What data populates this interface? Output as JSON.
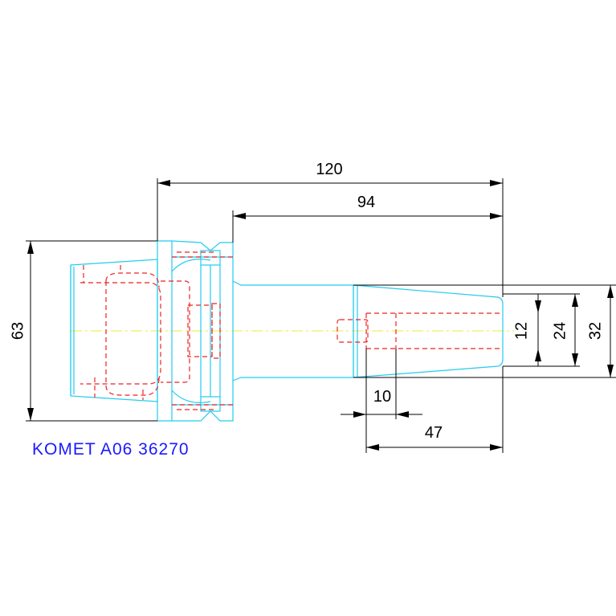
{
  "dimensions": {
    "total_length": "120",
    "shank_length": "94",
    "flange_diameter": "63",
    "bore_depth": "47",
    "bore_offset": "10",
    "inner_bore_diameter": "12",
    "taper_small_diameter": "24",
    "outer_diameter": "32"
  },
  "part_label": "KOMET A06 36270",
  "colors": {
    "outline": "#22ccee",
    "hidden_lines": "#ee2222",
    "centerline": "#eeee33",
    "dimension_lines": "#000000",
    "label": "#1a1aff"
  }
}
